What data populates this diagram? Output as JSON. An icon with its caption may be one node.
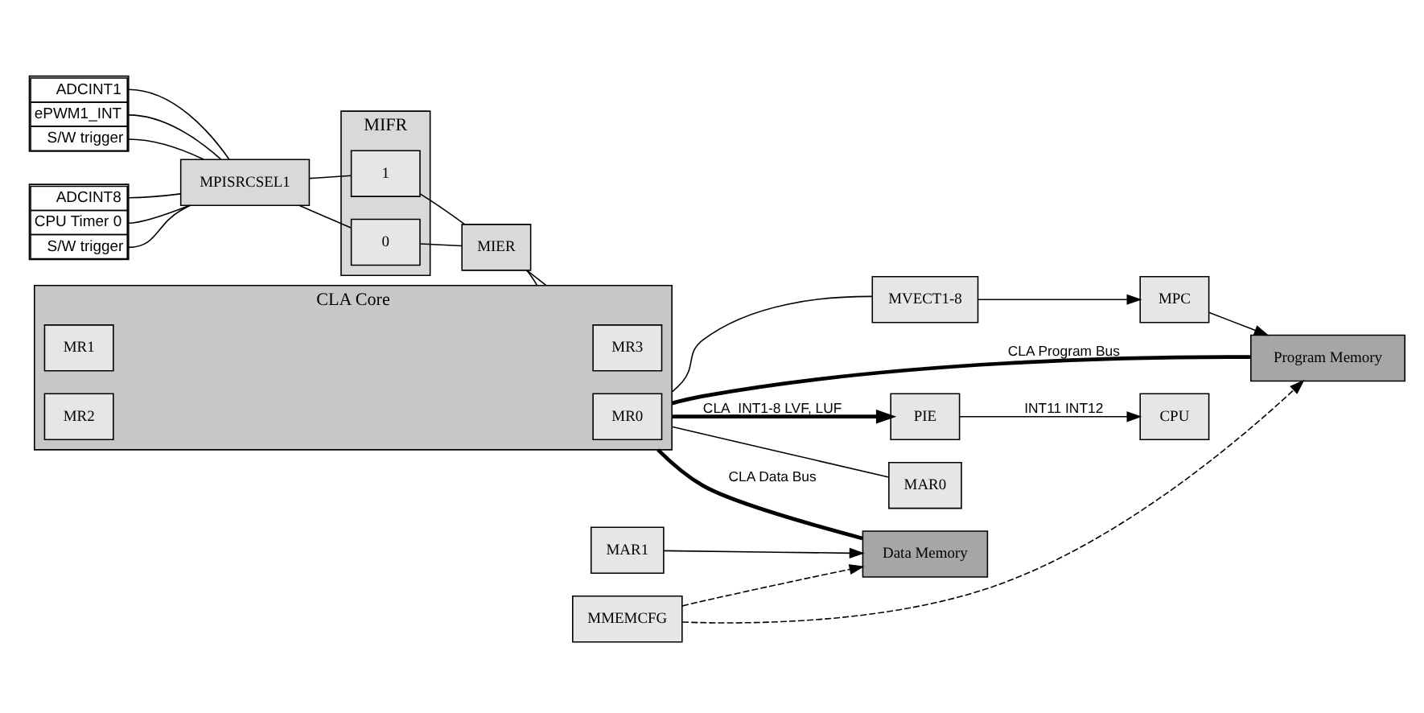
{
  "diagram": {
    "nodes": [
      {
        "text": [
          "ADCINT1",
          "ePWM1_INT",
          "S/W trigger"
        ]
      },
      {
        "text": [
          "ADCINT8",
          "CPU Timer 0",
          "S/W trigger"
        ]
      },
      {
        "text": [
          "MPISRCSEL1"
        ]
      },
      {
        "text": [
          "MIFR"
        ]
      },
      {
        "text": [
          "1"
        ],
        "in": 3
      },
      {
        "text": [
          "0"
        ],
        "in": 3
      },
      {
        "text": [
          "MIER"
        ]
      },
      {
        "text": [
          "CLA Core"
        ]
      },
      {
        "text": [
          "MR0"
        ],
        "in": 7
      },
      {
        "text": [
          "MR1"
        ],
        "in": 7
      },
      {
        "text": [
          "MR2"
        ],
        "in": 7
      },
      {
        "text": [
          "MR3"
        ],
        "in": 7
      },
      {
        "text": [
          "PIE"
        ]
      },
      {
        "text": [
          "CPU"
        ]
      },
      {
        "text": [
          "MAR0"
        ]
      },
      {
        "text": [
          "MAR1"
        ]
      },
      {
        "text": [
          "MPC"
        ]
      },
      {
        "text": [
          "MVECT1-8"
        ]
      },
      {
        "text": [
          "Program Memory"
        ]
      },
      {
        "text": [
          "Data Memory"
        ]
      },
      {
        "text": [
          "MMEMCFG"
        ]
      }
    ],
    "edges": [
      {
        "from": 0,
        "to": 2,
        "arrow": "none"
      },
      {
        "from": 0,
        "to": 2,
        "arrow": "none"
      },
      {
        "from": 0,
        "to": 2,
        "arrow": "none"
      },
      {
        "from": 1,
        "to": 2,
        "arrow": "none"
      },
      {
        "from": 1,
        "to": 2,
        "arrow": "none"
      },
      {
        "from": 1,
        "to": 2,
        "arrow": "none"
      },
      {
        "from": 2,
        "to": 4,
        "arrow": "none"
      },
      {
        "from": 2,
        "to": 5,
        "arrow": "none"
      },
      {
        "from": 4,
        "to": 6,
        "arrow": "none"
      },
      {
        "from": 5,
        "to": 6,
        "arrow": "none"
      },
      {
        "from": 6,
        "to": 7,
        "arrow": "none"
      },
      {
        "from": 6,
        "to": 7,
        "arrow": "none"
      },
      {
        "from": 7,
        "to": 12,
        "arrow": "to",
        "label": "CLA_INT1-8 LVF, LUF",
        "style": "thick"
      },
      {
        "from": 12,
        "to": 13,
        "arrow": "to",
        "label": "INT11 INT12"
      },
      {
        "from": 7,
        "to": 17,
        "arrow": "none"
      },
      {
        "from": 17,
        "to": 16,
        "arrow": "to"
      },
      {
        "from": 16,
        "to": 18,
        "arrow": "to"
      },
      {
        "from": 7,
        "to": 18,
        "arrow": "none",
        "label": "CLA Program Bus",
        "style": "thick"
      },
      {
        "from": 7,
        "to": 19,
        "arrow": "none",
        "label": "CLA Data Bus",
        "style": "thick"
      },
      {
        "from": 7,
        "to": 14,
        "arrow": "none"
      },
      {
        "from": 15,
        "to": 19,
        "arrow": "to"
      },
      {
        "from": 20,
        "to": 18,
        "arrow": "to",
        "style": "dashed"
      },
      {
        "from": 20,
        "to": 19,
        "arrow": "to",
        "style": "dashed"
      }
    ]
  }
}
